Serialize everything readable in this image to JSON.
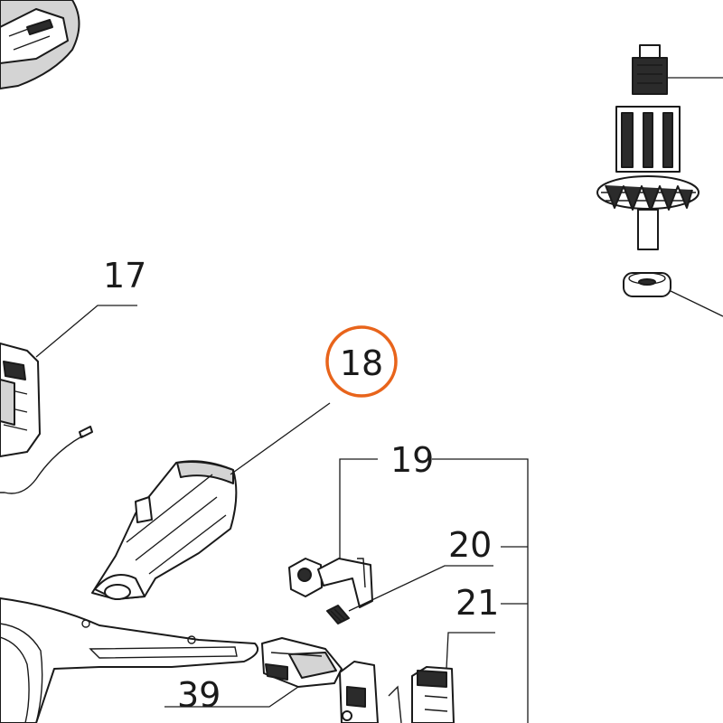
{
  "callouts": {
    "c17": "17",
    "c18": "18",
    "c19": "19",
    "c20": "20",
    "c21": "21",
    "c39": "39"
  },
  "highlight": {
    "part": "18",
    "color": "#e8641b"
  }
}
